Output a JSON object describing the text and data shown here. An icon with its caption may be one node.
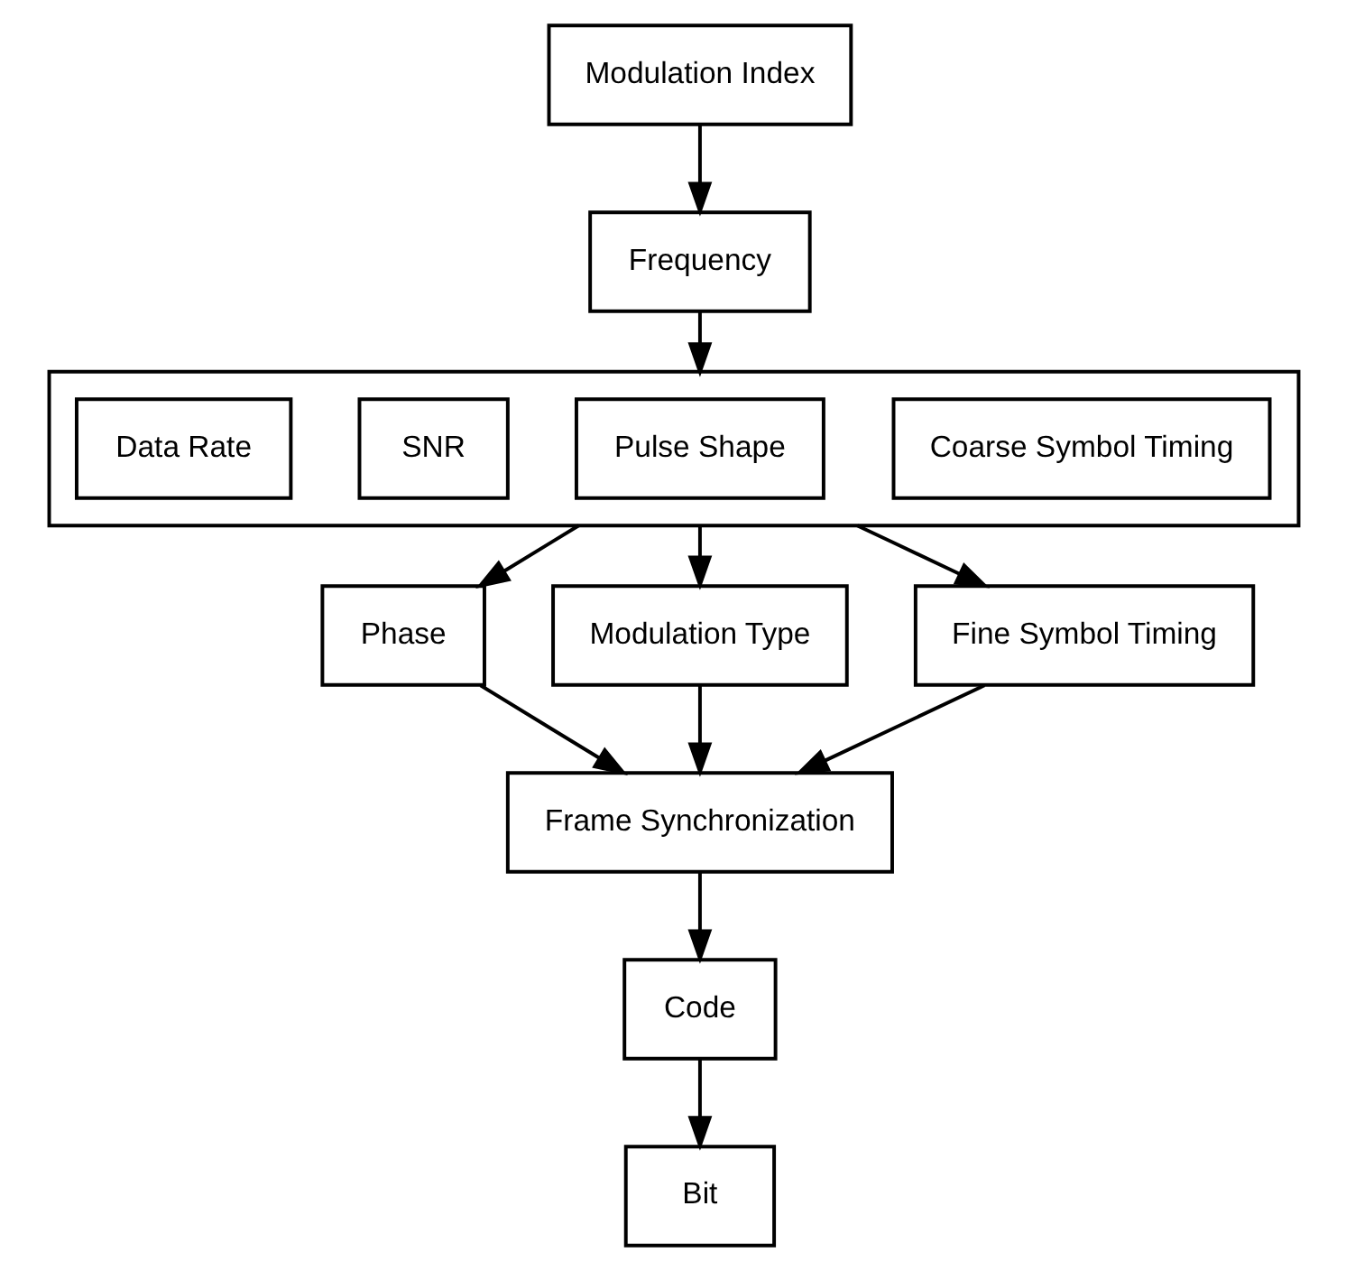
{
  "diagram": {
    "nodes": [
      {
        "text": [
          "Modulation Index"
        ]
      },
      {
        "text": [
          "Frequency"
        ]
      },
      {
        "text": [],
        "shape": "box"
      },
      {
        "text": [
          "Data Rate"
        ],
        "in": 2
      },
      {
        "text": [
          "SNR"
        ],
        "in": 2
      },
      {
        "text": [
          "Pulse Shape"
        ],
        "in": 2
      },
      {
        "text": [
          "Coarse Symbol Timing"
        ],
        "in": 2
      },
      {
        "text": [
          "Phase"
        ]
      },
      {
        "text": [
          "Modulation Type"
        ]
      },
      {
        "text": [
          "Fine Symbol Timing"
        ]
      },
      {
        "text": [
          "Frame Synchronization"
        ]
      },
      {
        "text": [
          "Code"
        ]
      },
      {
        "text": [
          "Bit"
        ]
      }
    ],
    "edges": [
      {
        "from": 0,
        "to": 1,
        "arrow": "to"
      },
      {
        "from": 1,
        "to": 2,
        "arrow": "to"
      },
      {
        "from": 2,
        "to": 7,
        "arrow": "to"
      },
      {
        "from": 2,
        "to": 8,
        "arrow": "to"
      },
      {
        "from": 2,
        "to": 9,
        "arrow": "to"
      },
      {
        "from": 7,
        "to": 10,
        "arrow": "to"
      },
      {
        "from": 8,
        "to": 10,
        "arrow": "to"
      },
      {
        "from": 9,
        "to": 10,
        "arrow": "to"
      },
      {
        "from": 10,
        "to": 11,
        "arrow": "to"
      },
      {
        "from": 11,
        "to": 12,
        "arrow": "to"
      }
    ]
  }
}
